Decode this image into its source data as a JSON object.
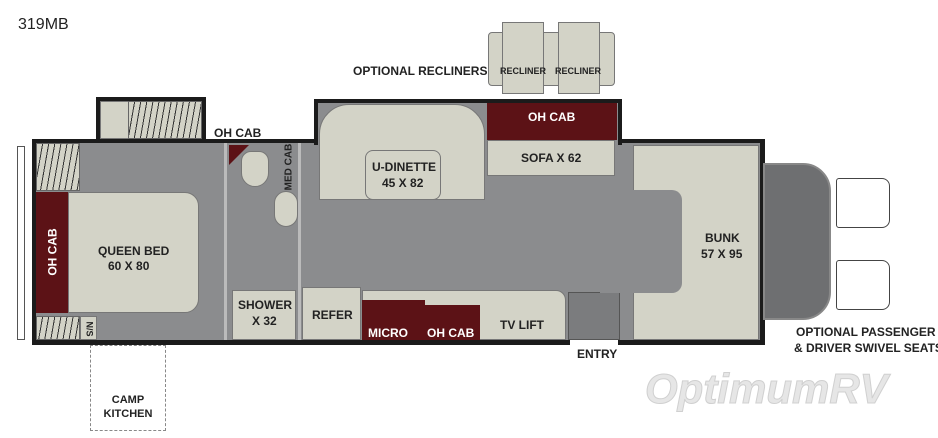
{
  "model": "319MB",
  "labels": {
    "optional_recliners": "OPTIONAL RECLINERS",
    "recliner_left": "RECLINER",
    "recliner_right": "RECLINER",
    "oh_cab_top": "OH CAB",
    "oh_cab_slide": "OH CAB",
    "oh_cab_rear": "OH CAB",
    "oh_cab_galley": "OH CAB",
    "med_cab": "MED CAB",
    "u_dinette": "U-DINETTE",
    "u_dinette_size": "45 X 82",
    "sofa": "SOFA X 62",
    "queen_bed": "QUEEN BED",
    "queen_bed_size": "60 X 80",
    "shower": "SHOWER",
    "shower_size": "X 32",
    "refer": "REFER",
    "micro": "MICRO",
    "tv_lift": "TV LIFT",
    "bunk": "BUNK",
    "bunk_size": "57 X 95",
    "ns": "N/S",
    "entry": "ENTRY",
    "camp_kitchen": "CAMP\nKITCHEN",
    "swivel_line1": "OPTIONAL PASSENGER",
    "swivel_line2": "& DRIVER SWIVEL SEATS"
  },
  "watermark": "OptimumRV",
  "colors": {
    "floor": "#8b8c8e",
    "fixture": "#d3d3c7",
    "cabinet": "#5c1216",
    "wall": "#1b1b1b"
  }
}
